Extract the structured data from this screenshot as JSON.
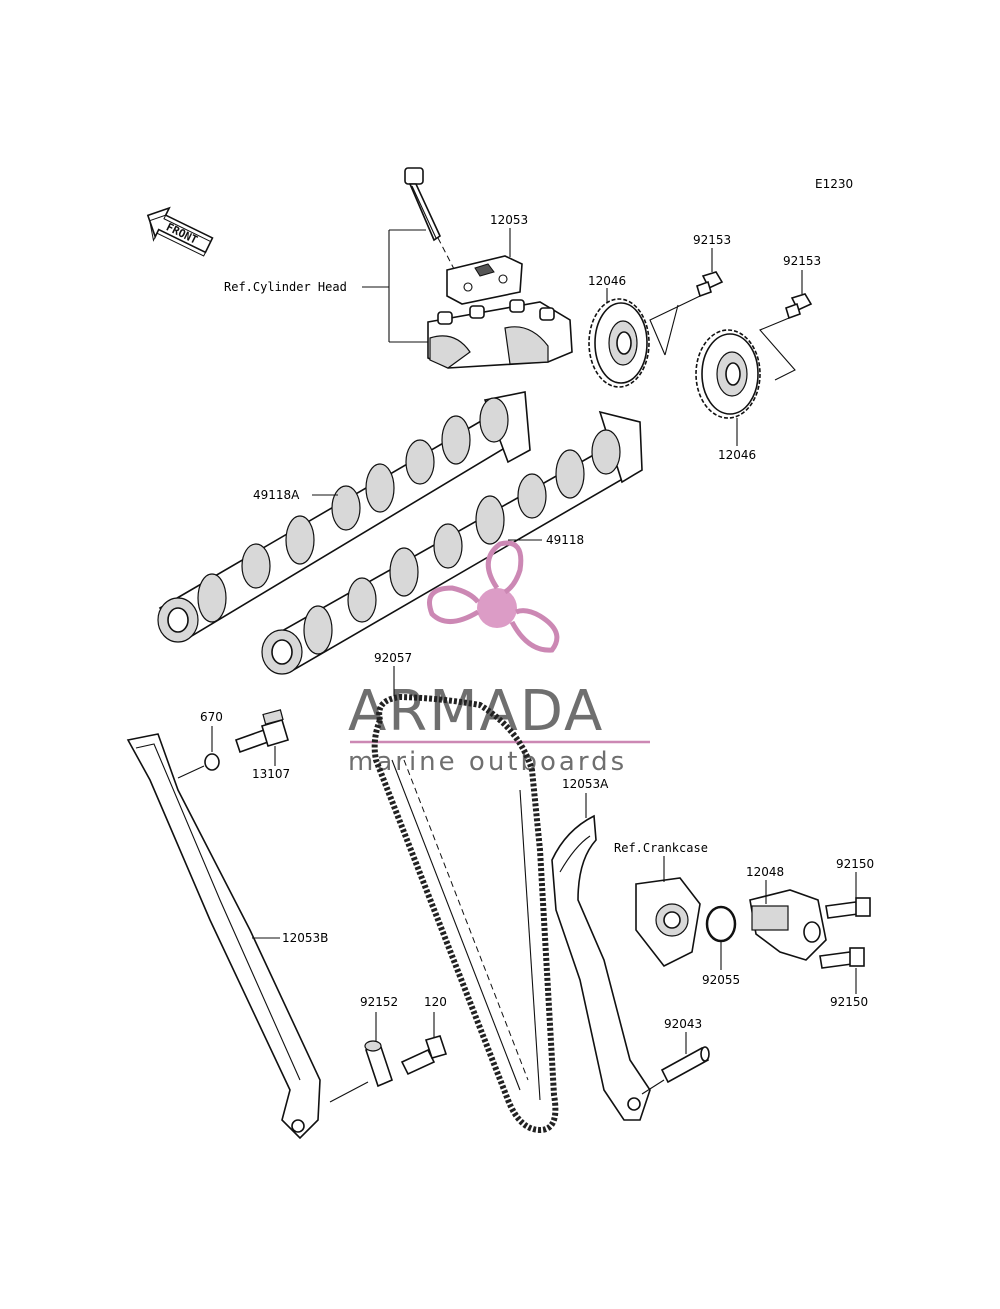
{
  "diagram_code": "E1230",
  "front_label": "FRONT",
  "refs": {
    "cylinder_head": "Ref.Cylinder Head",
    "crankcase": "Ref.Crankcase"
  },
  "parts": {
    "p12053": "12053",
    "p12046_top": "12046",
    "p12046_bottom": "12046",
    "p92153_left": "92153",
    "p92153_right": "92153",
    "p49118A": "49118A",
    "p49118": "49118",
    "p92057": "92057",
    "p670": "670",
    "p13107": "13107",
    "p12053A": "12053A",
    "p12053B": "12053B",
    "p12048": "12048",
    "p92150_top": "92150",
    "p92150_bottom": "92150",
    "p92055": "92055",
    "p92043": "92043",
    "p120": "120",
    "p92152": "92152"
  },
  "watermark": {
    "brand": "ARMADA",
    "tagline": "marine outboards",
    "accent_color": "#dc9cc6",
    "text_color": "#6f6f6f"
  }
}
